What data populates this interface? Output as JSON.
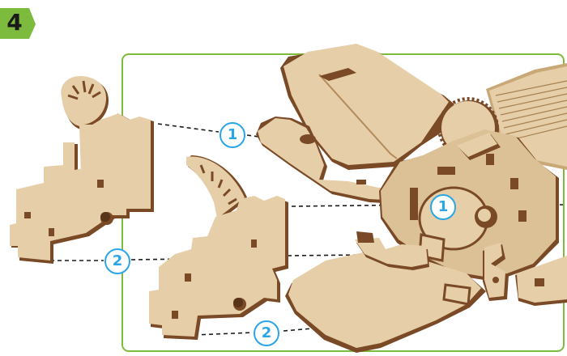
{
  "step": {
    "number": "4",
    "badge_color": "#7dbb3e"
  },
  "frame": {
    "border_color": "#7dbb3e"
  },
  "callouts": [
    {
      "label": "1",
      "color": "#2aa6e8"
    },
    {
      "label": "1",
      "color": "#2aa6e8"
    },
    {
      "label": "2",
      "color": "#2aa6e8"
    },
    {
      "label": "2",
      "color": "#2aa6e8"
    }
  ],
  "materials": {
    "plywood_face": "#e6cfa8",
    "plywood_edge": "#7a4a26",
    "plywood_shade": "#d2b78b"
  }
}
